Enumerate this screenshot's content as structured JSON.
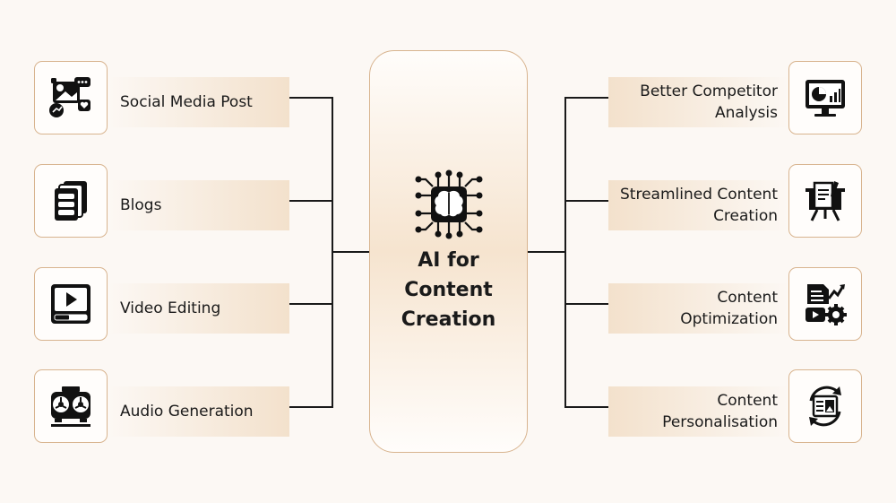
{
  "center": {
    "icon": "ai-brain-chip-icon",
    "title_lines": [
      "AI for",
      "Content",
      "Creation"
    ]
  },
  "left_items": [
    {
      "label": "Social Media Post",
      "icon": "social-media-icon"
    },
    {
      "label": "Blogs",
      "icon": "blog-pages-icon"
    },
    {
      "label": "Video Editing",
      "icon": "video-editing-icon"
    },
    {
      "label": "Audio Generation",
      "icon": "audio-mixer-icon"
    }
  ],
  "right_items": [
    {
      "label_lines": [
        "Better Competitor",
        "Analysis"
      ],
      "icon": "analytics-monitor-icon"
    },
    {
      "label_lines": [
        "Streamlined Content",
        "Creation"
      ],
      "icon": "presentation-board-icon"
    },
    {
      "label_lines": [
        "Content",
        "Optimization"
      ],
      "icon": "content-optimization-icon"
    },
    {
      "label_lines": [
        "Content",
        "Personalisation"
      ],
      "icon": "personalisation-cycle-icon"
    }
  ],
  "colors": {
    "background": "#fcf8f4",
    "accent_border": "#d8b48f",
    "band": "#f3e1cc",
    "line": "#1a1a1a"
  }
}
